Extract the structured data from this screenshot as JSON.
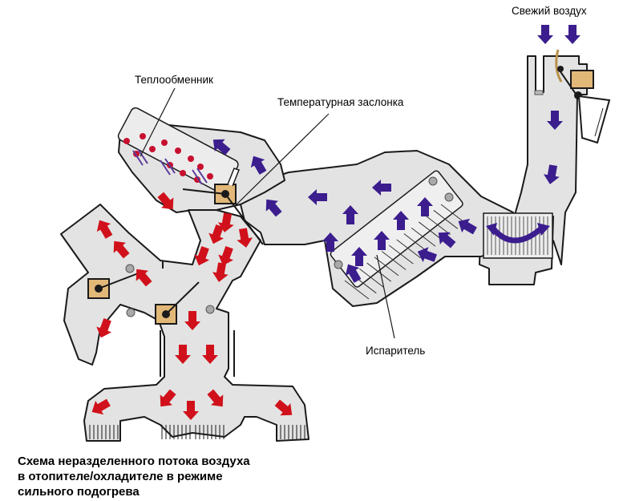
{
  "labels": {
    "fresh_air": "Свежий воздух",
    "heat_exchanger": "Теплообменник",
    "temp_flap": "Температурная заслонка",
    "evaporator": "Испаритель"
  },
  "caption": [
    "Схема неразделенного потока воздуха",
    "в отопителе/охладителе в режиме",
    "сильного подогрева"
  ],
  "colors": {
    "duct_fill": "#e3e3e3",
    "duct_stroke": "#1a1a1a",
    "cold_air": "#3b1d8e",
    "hot_air": "#d0111b",
    "flap_box": "#e2b878",
    "sensor": "#a9a9a9"
  },
  "icons": {
    "cold_arrow": "arrow-icon-cold-air",
    "hot_arrow": "arrow-icon-hot-air",
    "flap": "damper-icon",
    "sensor": "sensor-dot-icon"
  }
}
